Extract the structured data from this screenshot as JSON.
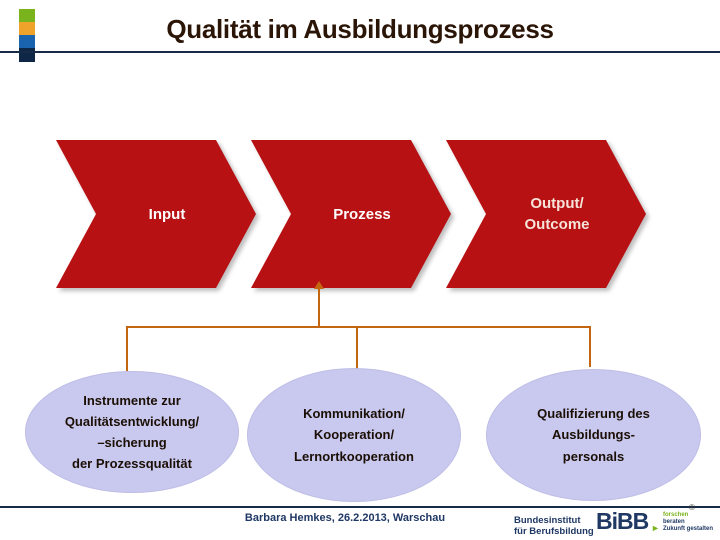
{
  "header": {
    "title": "Qualität im Ausbildungsprozess"
  },
  "chevrons": [
    {
      "label": "Input"
    },
    {
      "label": "Prozess"
    },
    {
      "label": "Output/\nOutcome"
    }
  ],
  "bubbles": [
    {
      "label": "Instrumente zur\nQualitätsentwicklung/\n–sicherung\nder Prozessqualität"
    },
    {
      "label": "Kommunikation/\nKooperation/\nLernortkooperation"
    },
    {
      "label": "Qualifizierung des\nAusbildungs-\npersonals"
    }
  ],
  "footer": {
    "credit": "Barbara Hemkes, 26.2.2013, Warschau",
    "bibb": {
      "institute": "Bundesinstitut\nfür Berufsbildung",
      "wordmark": "BiBB",
      "arrow": "►",
      "tagline_first": "forschen",
      "tagline_rest": "beraten\nZukunft gestalten",
      "registered": "®"
    }
  },
  "colors": {
    "chevron_red": "#b81113",
    "connector_orange": "#c4660f",
    "bubble_lavender": "#c9c9ef",
    "navy": "#1f3864",
    "divider_navy": "#152b47",
    "green": "#7ab41d",
    "logo_stack": [
      "#7ab41d",
      "#f0a32a",
      "#1a64af",
      "#0e2747"
    ]
  }
}
